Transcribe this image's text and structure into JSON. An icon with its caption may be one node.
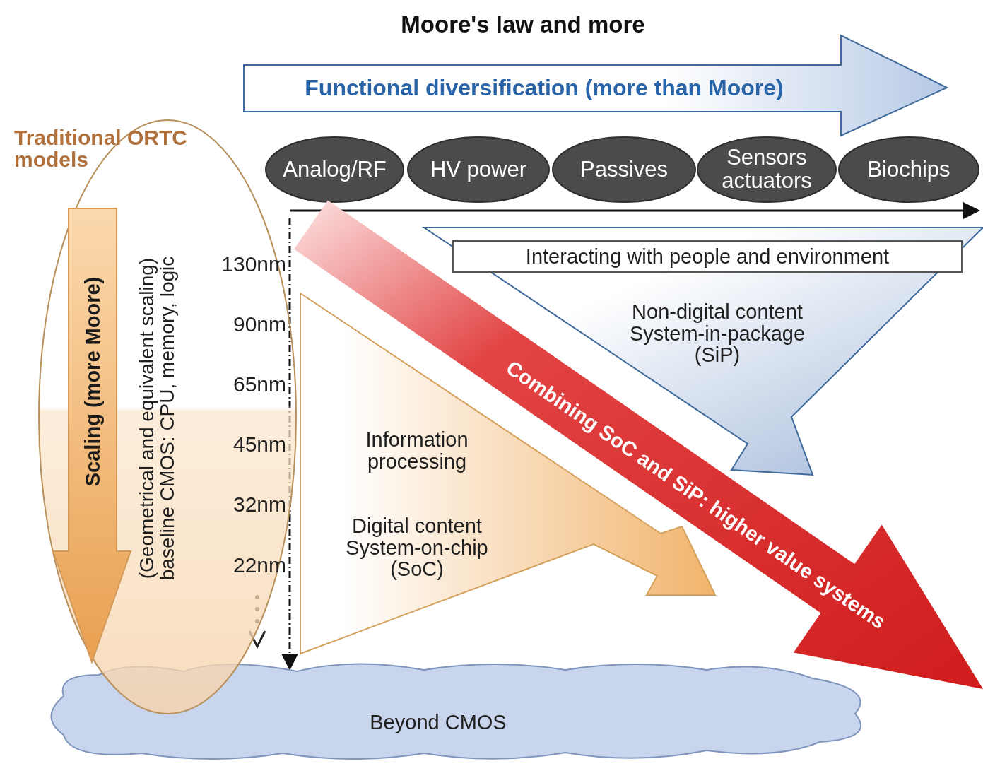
{
  "diagram": {
    "title": "Moore's law and more",
    "nodes": [
      {
        "text": [
          "Traditional ORTC models"
        ]
      },
      {
        "text": [
          "Scaling (more Moore)"
        ],
        "in": 0
      },
      {
        "text": [
          "Functional diversification (more than Moore)"
        ]
      },
      {
        "text": [
          "Analog/RF"
        ]
      },
      {
        "text": [
          "HV power"
        ]
      },
      {
        "text": [
          "Passives"
        ]
      },
      {
        "text": [
          "Sensors actuators"
        ]
      },
      {
        "text": [
          "Biochips"
        ]
      },
      {
        "text": [
          "Interacting with people and environment",
          "Non-digital content System-in-package (SiP)"
        ]
      },
      {
        "text": [
          "Combining SoC and SiP: higher value systems"
        ]
      },
      {
        "text": [
          "Information processing",
          "Digital content System-on-chip (SoC)"
        ]
      },
      {
        "text": [
          "Beyond CMOS"
        ]
      }
    ],
    "edges": [
      {
        "from": null,
        "to": 11,
        "arrow": "to",
        "style": "dashed"
      }
    ],
    "labels": [
      "(Geometrical and equivalent scaling) baseline CMOS: CPU, memory, logic",
      "130nm",
      "90nm",
      "65nm",
      "45nm",
      "32nm",
      "22nm"
    ]
  }
}
